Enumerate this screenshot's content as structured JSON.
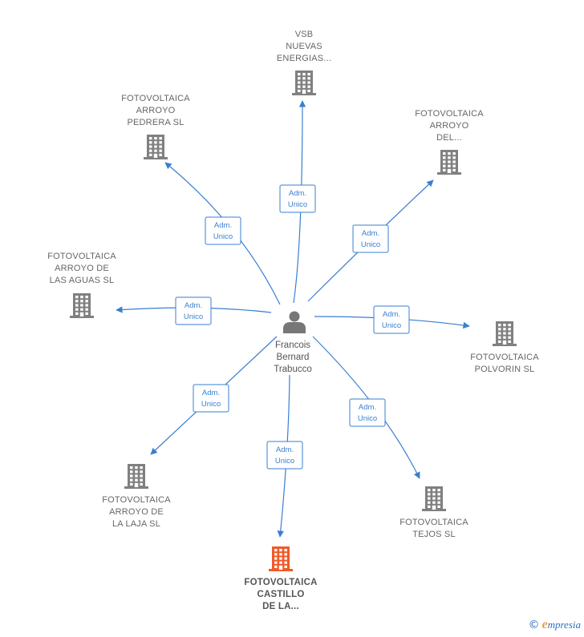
{
  "person": {
    "name_lines": [
      "Francois",
      "Bernard",
      "Trabucco"
    ]
  },
  "companies": [
    {
      "id": "vsb",
      "lines": [
        "VSB",
        "NUEVAS",
        "ENERGIAS..."
      ],
      "main": false
    },
    {
      "id": "pedrera",
      "lines": [
        "FOTOVOLTAICA",
        "ARROYO",
        "PEDRERA  SL"
      ],
      "main": false
    },
    {
      "id": "del",
      "lines": [
        "FOTOVOLTAICA",
        "ARROYO",
        "DEL..."
      ],
      "main": false
    },
    {
      "id": "aguas",
      "lines": [
        "FOTOVOLTAICA",
        "ARROYO DE",
        "LAS AGUAS  SL"
      ],
      "main": false
    },
    {
      "id": "polvorin",
      "lines": [
        "FOTOVOLTAICA",
        "POLVORIN  SL"
      ],
      "main": false
    },
    {
      "id": "laja",
      "lines": [
        "FOTOVOLTAICA",
        "ARROYO DE",
        "LA LAJA  SL"
      ],
      "main": false
    },
    {
      "id": "tejos",
      "lines": [
        "FOTOVOLTAICA",
        "TEJOS  SL"
      ],
      "main": false
    },
    {
      "id": "castillo",
      "lines": [
        "FOTOVOLTAICA",
        "CASTILLO",
        "DE LA..."
      ],
      "main": true
    }
  ],
  "edges": [
    {
      "to": "vsb",
      "label_lines": [
        "Adm.",
        "Unico"
      ]
    },
    {
      "to": "pedrera",
      "label_lines": [
        "Adm.",
        "Unico"
      ]
    },
    {
      "to": "del",
      "label_lines": [
        "Adm.",
        "Unico"
      ]
    },
    {
      "to": "aguas",
      "label_lines": [
        "Adm.",
        "Unico"
      ]
    },
    {
      "to": "polvorin",
      "label_lines": [
        "Adm.",
        "Unico"
      ]
    },
    {
      "to": "laja",
      "label_lines": [
        "Adm.",
        "Unico"
      ]
    },
    {
      "to": "tejos",
      "label_lines": [
        "Adm.",
        "Unico"
      ]
    },
    {
      "to": "castillo",
      "label_lines": [
        "Adm.",
        "Unico"
      ]
    }
  ],
  "colors": {
    "edge": "#3a7fd0",
    "building": "#808080",
    "building_main": "#f05a28",
    "person": "#777777"
  },
  "footer": {
    "copyright": "©",
    "brand_initial": "e",
    "brand_rest": "mpresia"
  }
}
